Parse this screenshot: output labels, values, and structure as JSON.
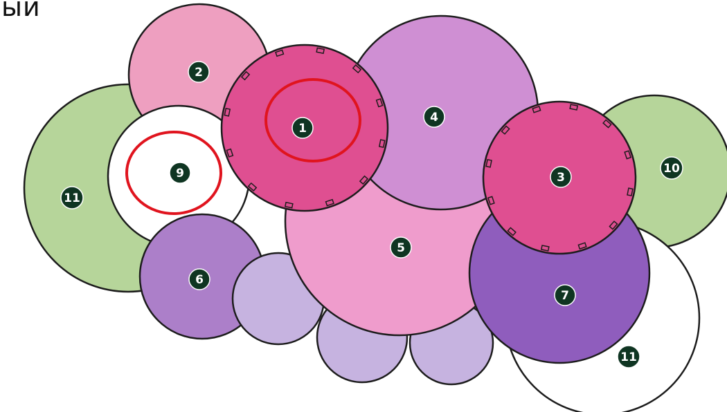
{
  "corner_text": "ый",
  "colors": {
    "green": "#b6d59a",
    "white": "#ffffff",
    "pink_light": "#ee9fc0",
    "magenta": "#df4f91",
    "orchid": "#cf8fd3",
    "pink": "#ef9ccc",
    "purple_mid": "#ac7fc9",
    "purple_dark": "#8f5dbd",
    "lavender": "#c6b3e0",
    "badge": "#0f3522",
    "highlight": "#e0141e",
    "outline": "#1c1c1c"
  },
  "circles": [
    {
      "id": "11-left",
      "fill": "green"
    },
    {
      "id": "2",
      "fill": "pink_light"
    },
    {
      "id": "9",
      "fill": "white"
    },
    {
      "id": "6",
      "fill": "purple_mid"
    },
    {
      "id": "lav-a",
      "fill": "lavender"
    },
    {
      "id": "lav-b",
      "fill": "lavender"
    },
    {
      "id": "lav-c",
      "fill": "lavender"
    },
    {
      "id": "5",
      "fill": "pink"
    },
    {
      "id": "4",
      "fill": "orchid"
    },
    {
      "id": "1",
      "fill": "magenta",
      "studs": true
    },
    {
      "id": "10",
      "fill": "green"
    },
    {
      "id": "11-right",
      "fill": "white"
    },
    {
      "id": "7",
      "fill": "purple_dark"
    },
    {
      "id": "3",
      "fill": "magenta",
      "studs": true
    }
  ],
  "labels": [
    {
      "id": "label-1",
      "text": "1"
    },
    {
      "id": "label-2",
      "text": "2"
    },
    {
      "id": "label-3",
      "text": "3"
    },
    {
      "id": "label-4",
      "text": "4"
    },
    {
      "id": "label-5",
      "text": "5"
    },
    {
      "id": "label-6",
      "text": "6"
    },
    {
      "id": "label-7",
      "text": "7"
    },
    {
      "id": "label-9",
      "text": "9"
    },
    {
      "id": "label-10",
      "text": "10"
    },
    {
      "id": "label-11-left",
      "text": "11"
    },
    {
      "id": "label-11-right",
      "text": "11"
    }
  ],
  "highlights": [
    {
      "id": "highlight-1",
      "color": "highlight"
    },
    {
      "id": "highlight-9",
      "color": "highlight"
    }
  ]
}
